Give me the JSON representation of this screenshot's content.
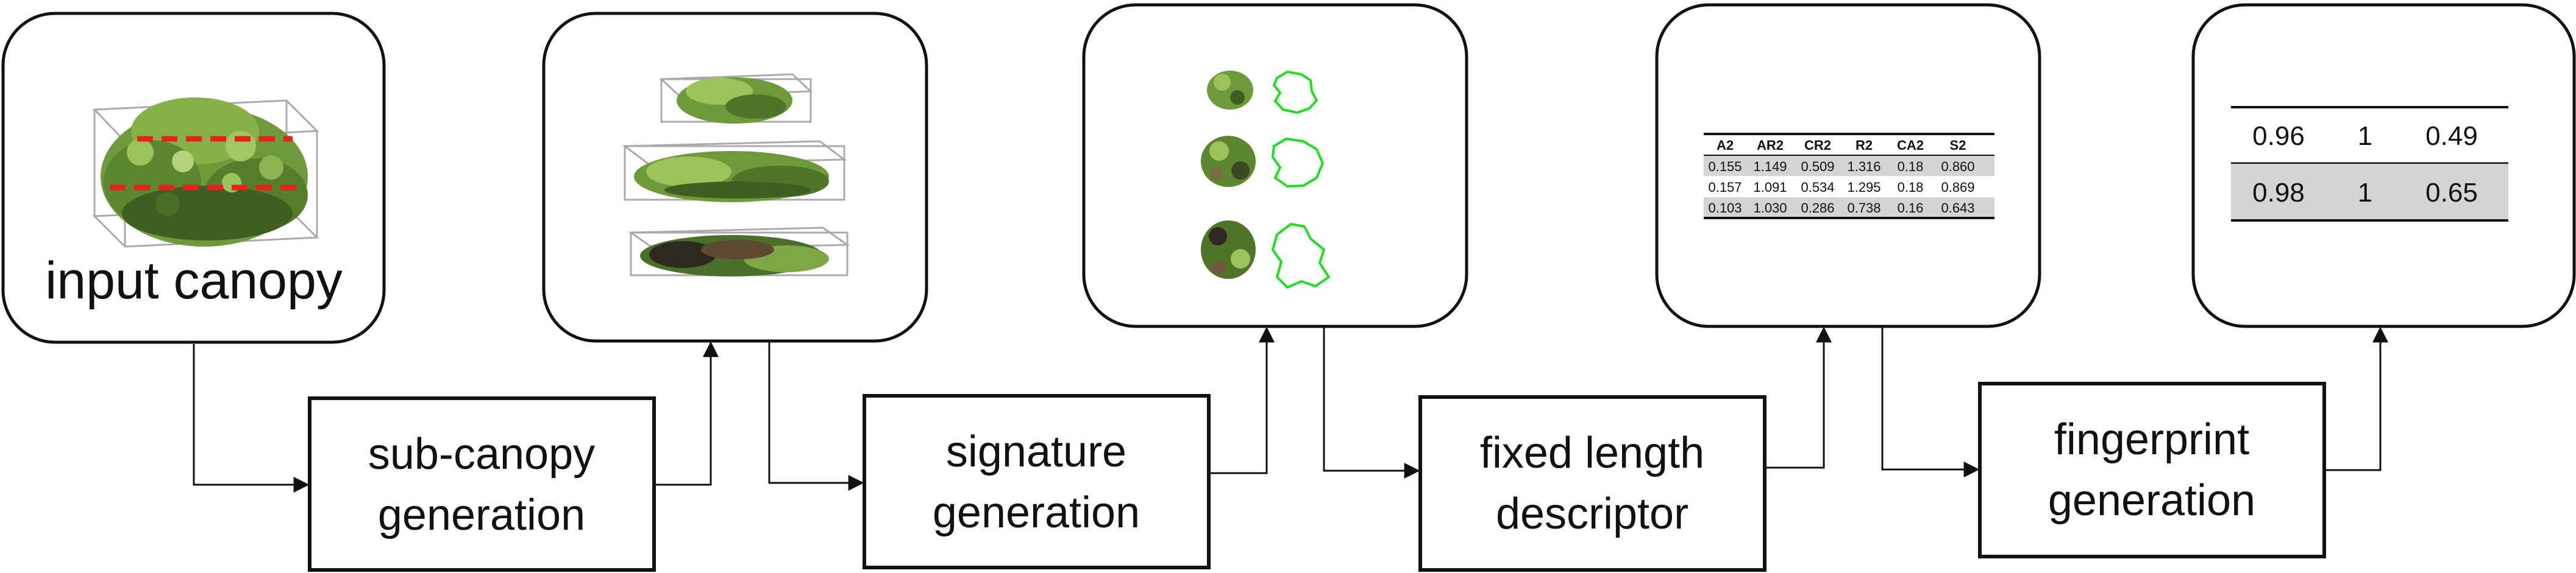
{
  "processes": [
    {
      "id": "sub-canopy",
      "lines": [
        "sub-canopy",
        "generation"
      ]
    },
    {
      "id": "signature",
      "lines": [
        "signature",
        "generation"
      ]
    },
    {
      "id": "descriptor",
      "lines": [
        "fixed length",
        "descriptor"
      ]
    },
    {
      "id": "fingerprint",
      "lines": [
        "fingerprint",
        "generation"
      ]
    }
  ],
  "panels": {
    "input": {
      "label": "input canopy",
      "dashed_color": "#e5231b"
    },
    "descriptor_table": {
      "headers": [
        "A2",
        "AR2",
        "CR2",
        "R2",
        "CA2",
        "S2"
      ],
      "rows": [
        [
          "0.155",
          "1.149",
          "0.509",
          "1.316",
          "0.18",
          "0.860"
        ],
        [
          "0.157",
          "1.091",
          "0.534",
          "1.295",
          "0.18",
          "0.869"
        ],
        [
          "0.103",
          "1.030",
          "0.286",
          "0.738",
          "0.16",
          "0.643"
        ]
      ]
    },
    "fingerprint_table": {
      "rows": [
        [
          "0.96",
          "1",
          "0.49"
        ],
        [
          "0.98",
          "1",
          "0.65"
        ]
      ]
    }
  },
  "colors": {
    "foliage": "#6f9a3a",
    "foliage_dark": "#3f5e22",
    "signature_outline": "#22dd22",
    "shade": "#d4d4d4"
  }
}
